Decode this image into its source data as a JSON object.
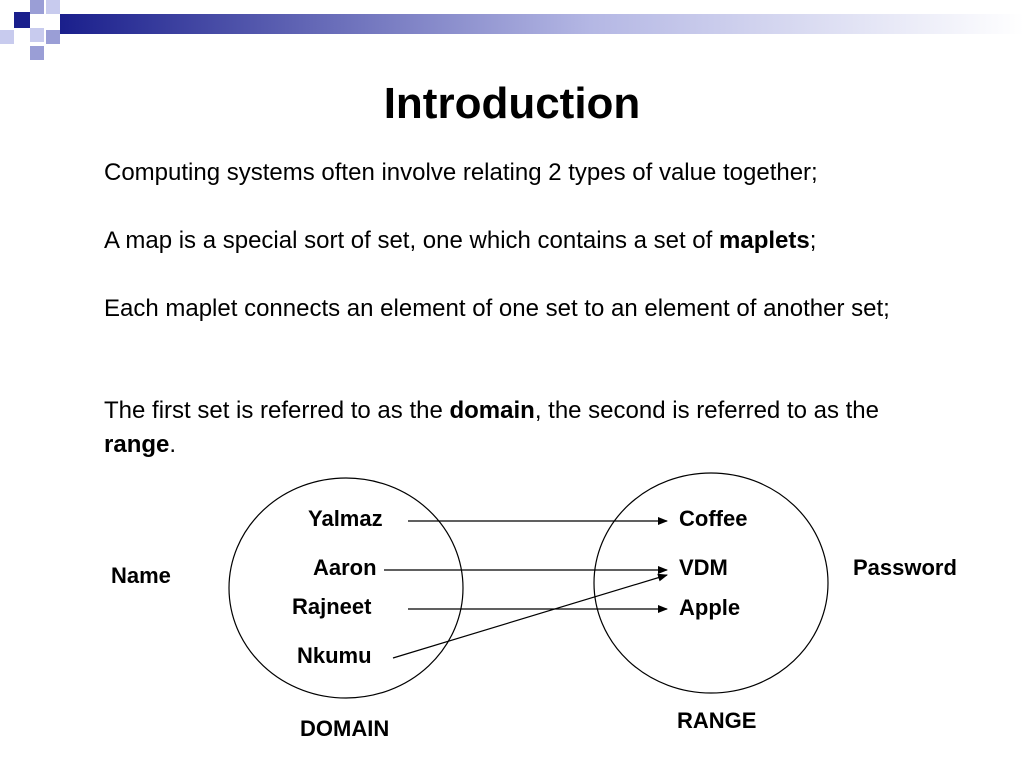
{
  "title": "Introduction",
  "paragraphs": {
    "p1": "Computing systems often involve relating 2 types of value together;",
    "p2": {
      "before": "A map is a special sort of set, one which contains a set of ",
      "bold": "maplets",
      "after": ";"
    },
    "p3": "Each maplet connects an element of one set to an element of another set;",
    "p4": {
      "before": "The first set is referred to as the ",
      "bold1": "domain",
      "middle": ", the second is referred to as the ",
      "bold2": "range",
      "after": "."
    }
  },
  "diagram": {
    "domain_label": "DOMAIN",
    "range_label": "RANGE",
    "domain_side_label": "Name",
    "range_side_label": "Password",
    "domain_items": [
      "Yalmaz",
      "Aaron",
      "Rajneet",
      "Nkumu"
    ],
    "range_items": [
      "Coffee",
      "VDM",
      "Apple"
    ],
    "maplets": [
      {
        "from": "Yalmaz",
        "to": "Coffee"
      },
      {
        "from": "Aaron",
        "to": "VDM"
      },
      {
        "from": "Rajneet",
        "to": "Apple"
      },
      {
        "from": "Nkumu",
        "to": "VDM"
      }
    ]
  },
  "colors": {
    "deco_dark": "#1a1f8c",
    "deco_light": "#9a9ed6"
  }
}
